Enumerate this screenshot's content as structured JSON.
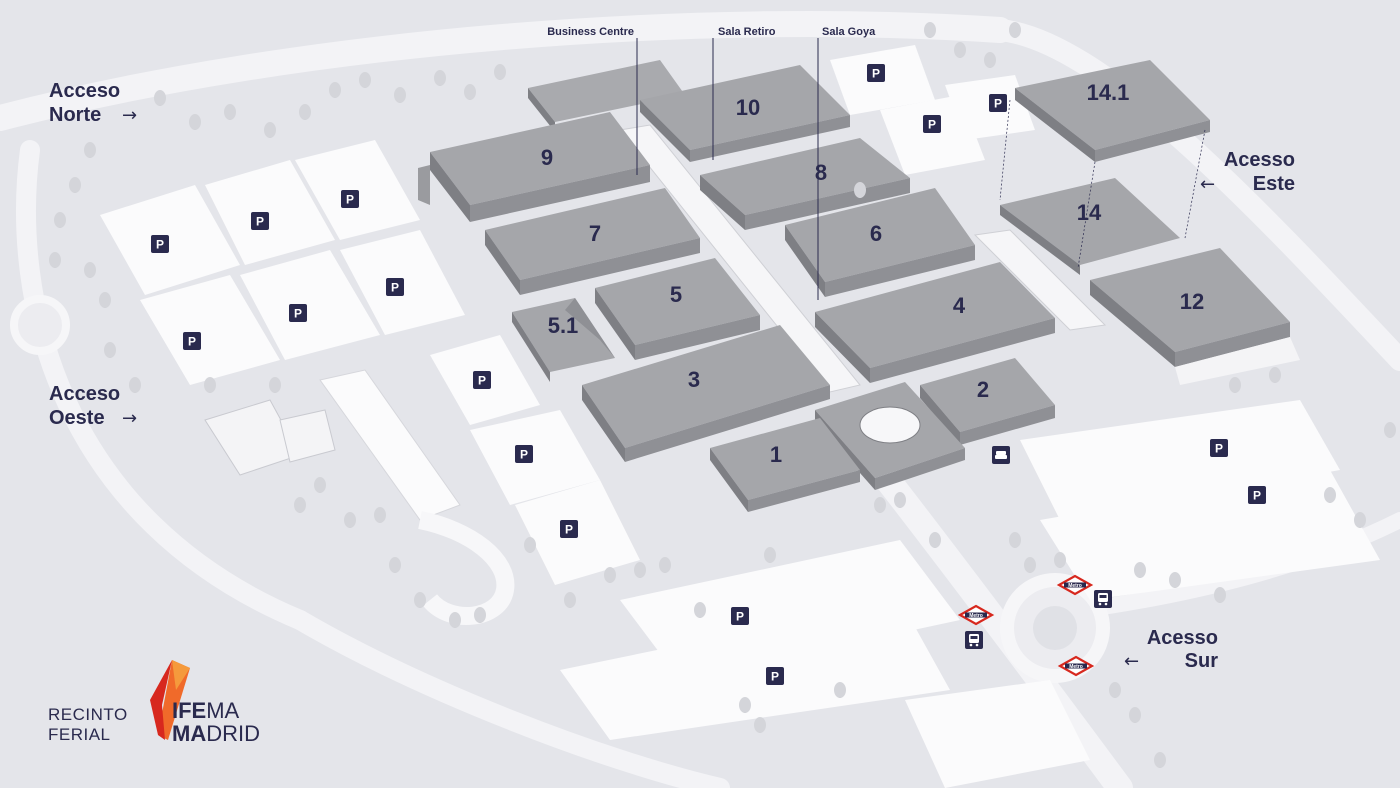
{
  "map": {
    "halls": [
      {
        "id": "hall-14-1",
        "label": "14.1"
      },
      {
        "id": "hall-10",
        "label": "10"
      },
      {
        "id": "hall-9",
        "label": "9"
      },
      {
        "id": "hall-8",
        "label": "8"
      },
      {
        "id": "hall-7",
        "label": "7"
      },
      {
        "id": "hall-6",
        "label": "6"
      },
      {
        "id": "hall-14",
        "label": "14"
      },
      {
        "id": "hall-5",
        "label": "5"
      },
      {
        "id": "hall-5-1",
        "label": "5.1"
      },
      {
        "id": "hall-4",
        "label": "4"
      },
      {
        "id": "hall-12",
        "label": "12"
      },
      {
        "id": "hall-3",
        "label": "3"
      },
      {
        "id": "hall-2",
        "label": "2"
      },
      {
        "id": "hall-1",
        "label": "1"
      }
    ],
    "rooms": {
      "business_centre": "Business Centre",
      "sala_retiro": "Sala Retiro",
      "sala_goya": "Sala Goya"
    },
    "accesses": {
      "norte": [
        "Acceso",
        "Norte"
      ],
      "oeste": [
        "Acceso",
        "Oeste"
      ],
      "este": [
        "Acesso",
        "Este"
      ],
      "sur": [
        "Acesso",
        "Sur"
      ],
      "arrow_right": "→",
      "arrow_left": "←"
    },
    "parking_label": "P",
    "metro_label": "Metro"
  },
  "logo": {
    "line1": "RECINTO",
    "line2": "FERIAL",
    "brand_a_bold": "IFE",
    "brand_a_rest": "MA",
    "brand_b_bold": "MA",
    "brand_b_rest": "DRID"
  },
  "colors": {
    "background": "#e4e5ea",
    "roof": "#a5a6aa",
    "roof_light": "#b0b1b5",
    "wall": "#7e7f84",
    "ink": "#2a2a4e",
    "parking_badge": "#2a2a4e",
    "metro_red": "#d7281e",
    "logo_red": "#e03a2a"
  }
}
